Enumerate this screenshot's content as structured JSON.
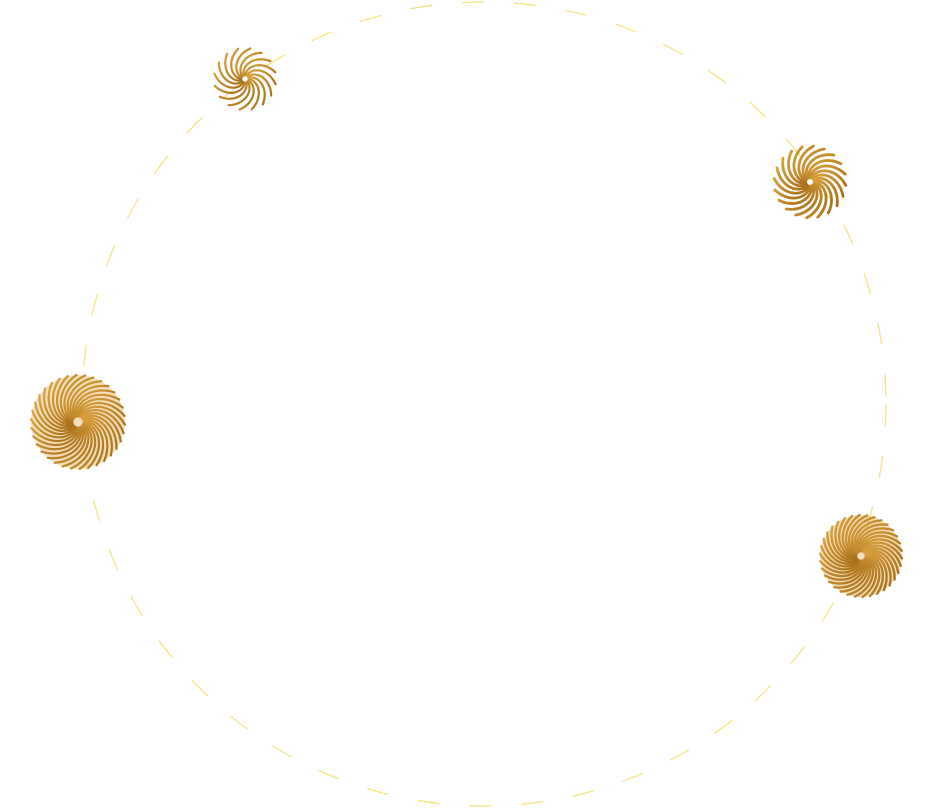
{
  "colors": {
    "ring": "#f6e27a",
    "spiral_light": "#d9a13a",
    "spiral_dark": "#a8701a"
  },
  "orbit": {
    "ring_style": "dashed"
  },
  "spirals": [
    {
      "id": "spiral-top-left",
      "icon": "swirl-icon",
      "style": "sparse"
    },
    {
      "id": "spiral-top-right",
      "icon": "swirl-icon",
      "style": "sparse"
    },
    {
      "id": "spiral-left",
      "icon": "swirl-icon",
      "style": "dense"
    },
    {
      "id": "spiral-bottom-right",
      "icon": "swirl-icon",
      "style": "dense"
    }
  ]
}
